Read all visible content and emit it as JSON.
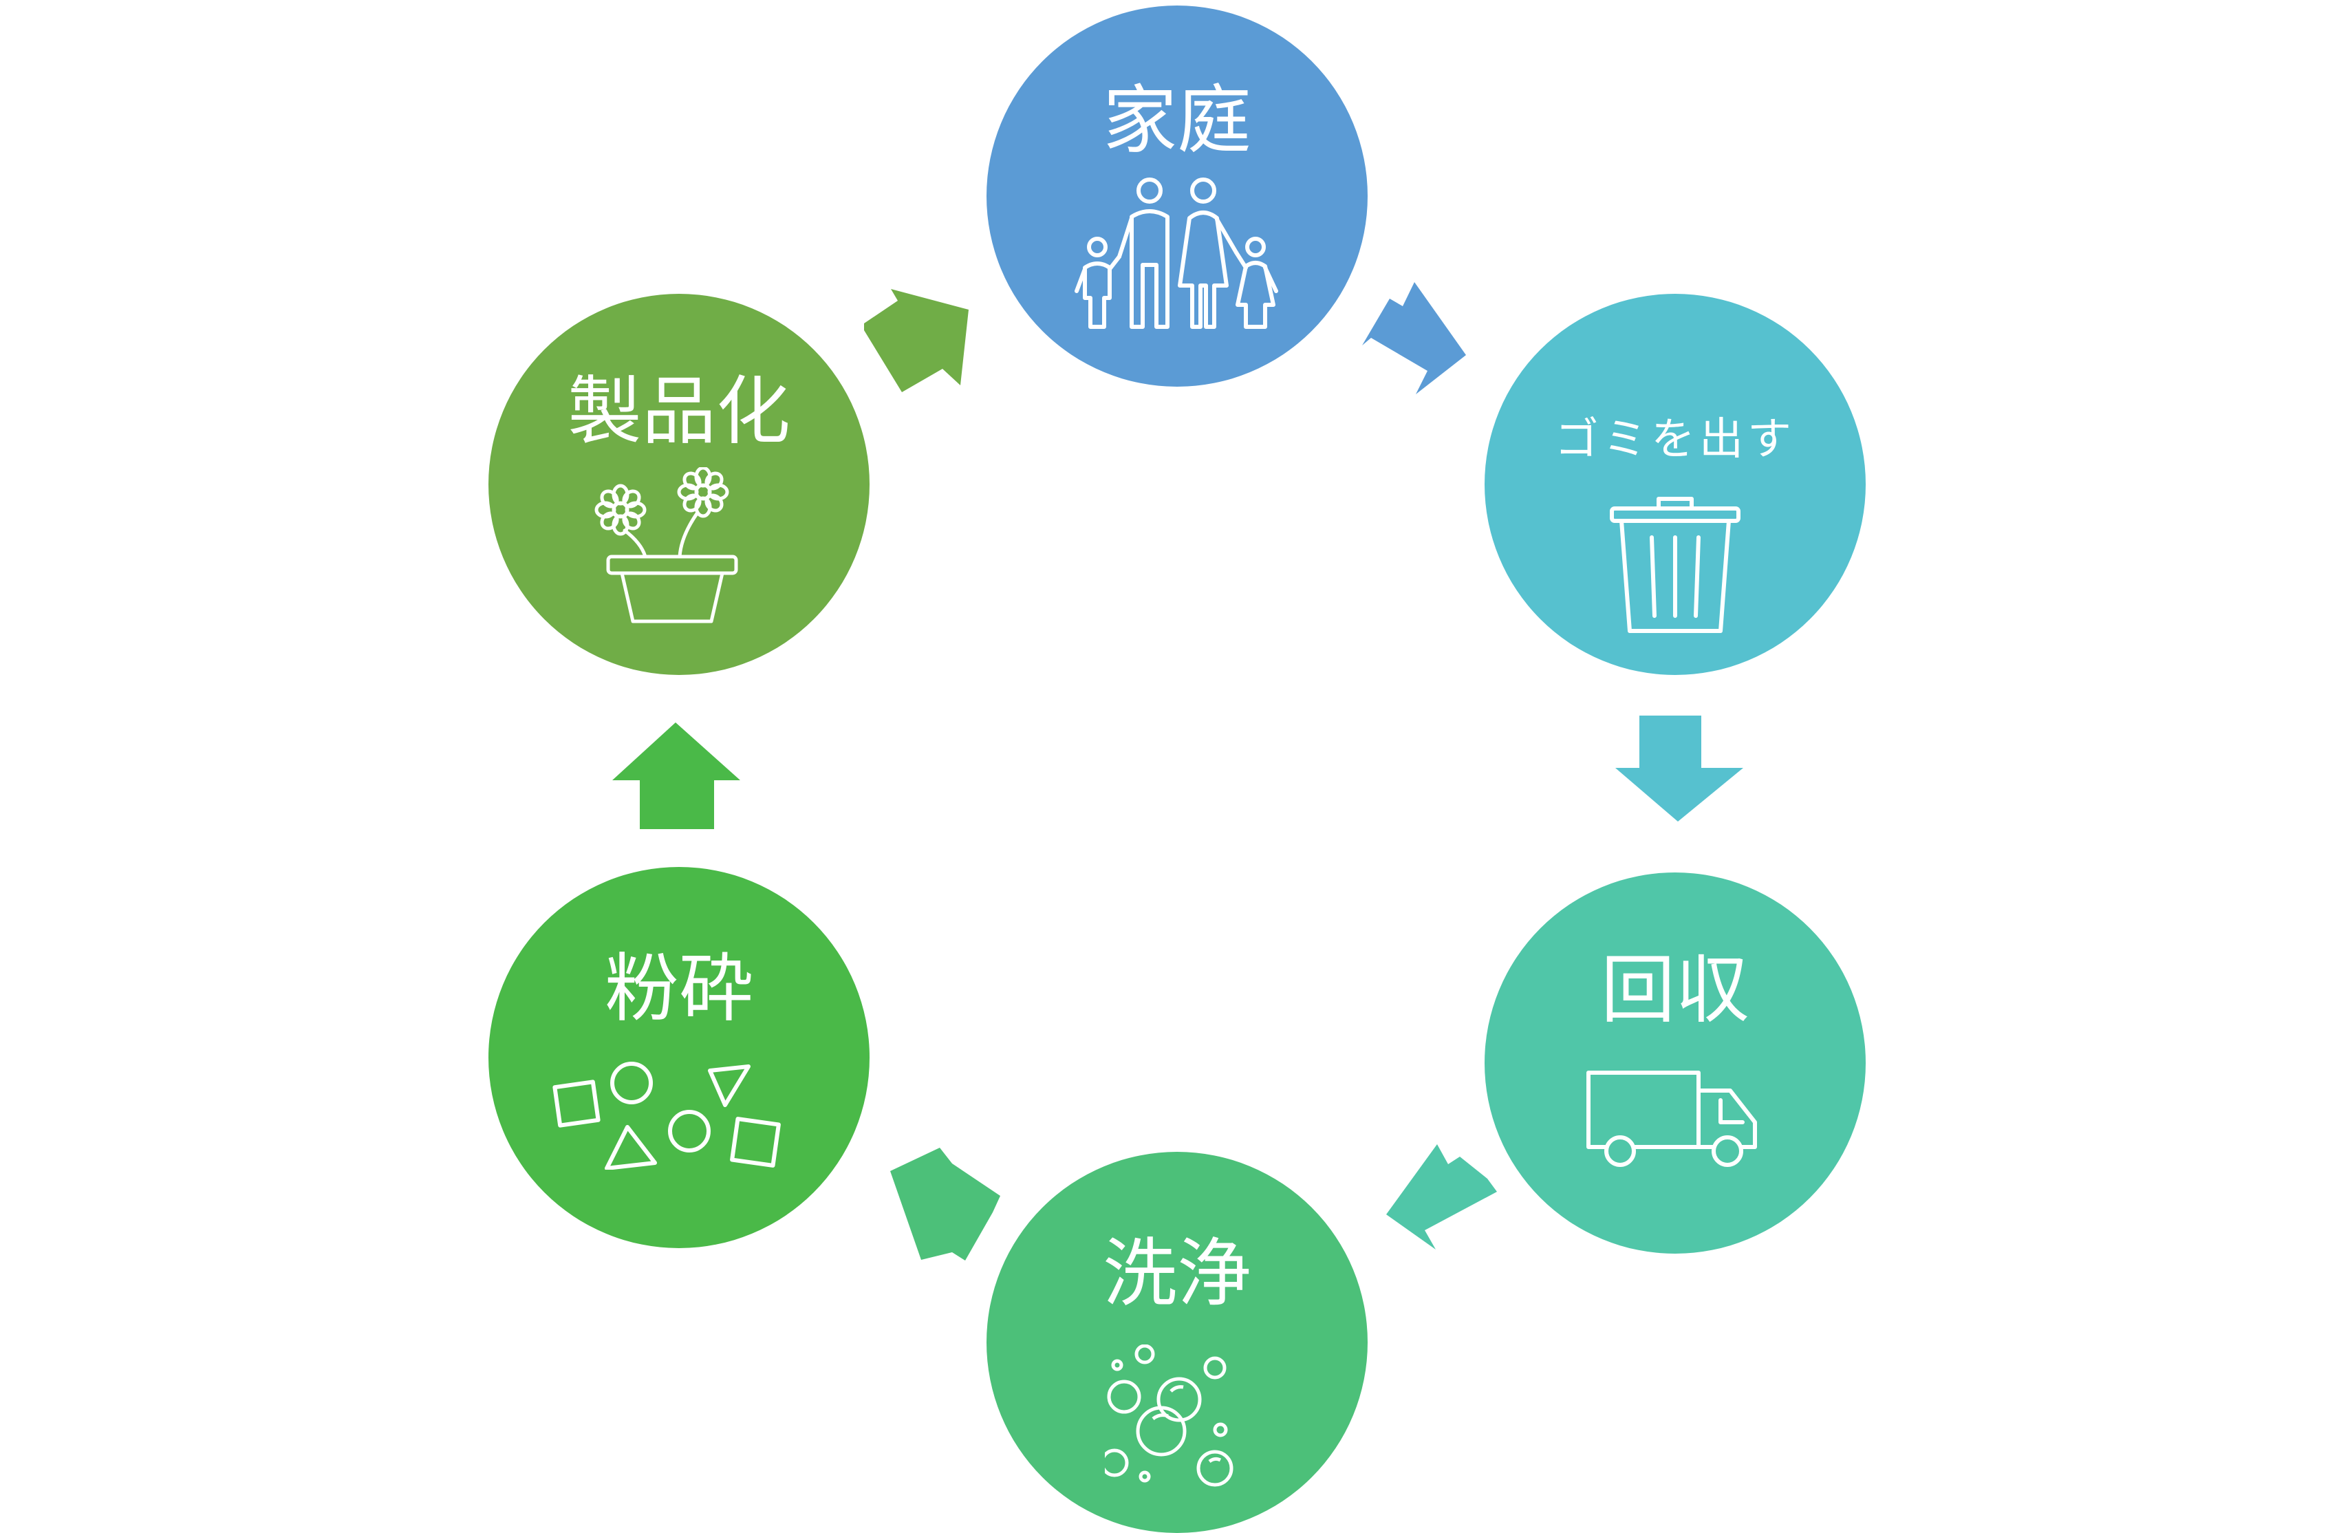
{
  "diagram": {
    "type": "cycle",
    "nodes": [
      {
        "id": "home",
        "label": "家庭",
        "icon": "family-icon",
        "color": "#5b9bd5"
      },
      {
        "id": "garbage",
        "label": "ゴミを出す",
        "icon": "trash-can-icon",
        "color": "#56c1cf"
      },
      {
        "id": "collection",
        "label": "回収",
        "icon": "truck-icon",
        "color": "#50c6a8"
      },
      {
        "id": "washing",
        "label": "洗浄",
        "icon": "bubbles-icon",
        "color": "#4cc079"
      },
      {
        "id": "crushing",
        "label": "粉砕",
        "icon": "shapes-icon",
        "color": "#4ab948"
      },
      {
        "id": "product",
        "label": "製品化",
        "icon": "flower-pot-icon",
        "color": "#70ad47"
      }
    ],
    "arrows": [
      {
        "from": "home",
        "to": "garbage",
        "color": "#5b9bd5"
      },
      {
        "from": "garbage",
        "to": "collection",
        "color": "#56c1cf"
      },
      {
        "from": "collection",
        "to": "washing",
        "color": "#50c6a8"
      },
      {
        "from": "washing",
        "to": "crushing",
        "color": "#4cc079"
      },
      {
        "from": "crushing",
        "to": "product",
        "color": "#4ab948"
      },
      {
        "from": "product",
        "to": "home",
        "color": "#70ad47"
      }
    ]
  }
}
